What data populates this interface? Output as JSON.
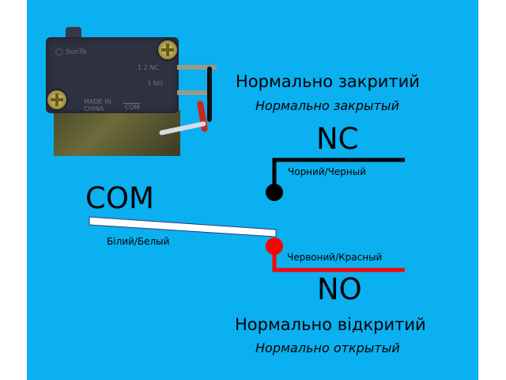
{
  "diagram": {
    "background_color": "#0BB0F0",
    "nc": {
      "title_uk": "Нормально закритий",
      "title_ru": "Нормально закрытый",
      "terminal": "NC",
      "wire_label": "Чорний/Черный",
      "wire_color": "#000000"
    },
    "com": {
      "terminal": "COM",
      "wire_label": "Білий/Белый",
      "wire_color": "#FFFFFF"
    },
    "no": {
      "terminal": "NO",
      "wire_label": "Червоний/Красный",
      "wire_color": "#FF0000",
      "title_uk": "Нормально відкритий",
      "title_ru": "Нормально открытый"
    },
    "photo": {
      "description": "microswitch photo",
      "brand": "SunTo",
      "made_in_line1": "MADE IN",
      "made_in_line2": "CHINA",
      "label_nc": "NC",
      "label_no": "NO",
      "label_com": "COM",
      "pin_1": "1",
      "pin_2": "2",
      "pin_3": "3"
    }
  }
}
